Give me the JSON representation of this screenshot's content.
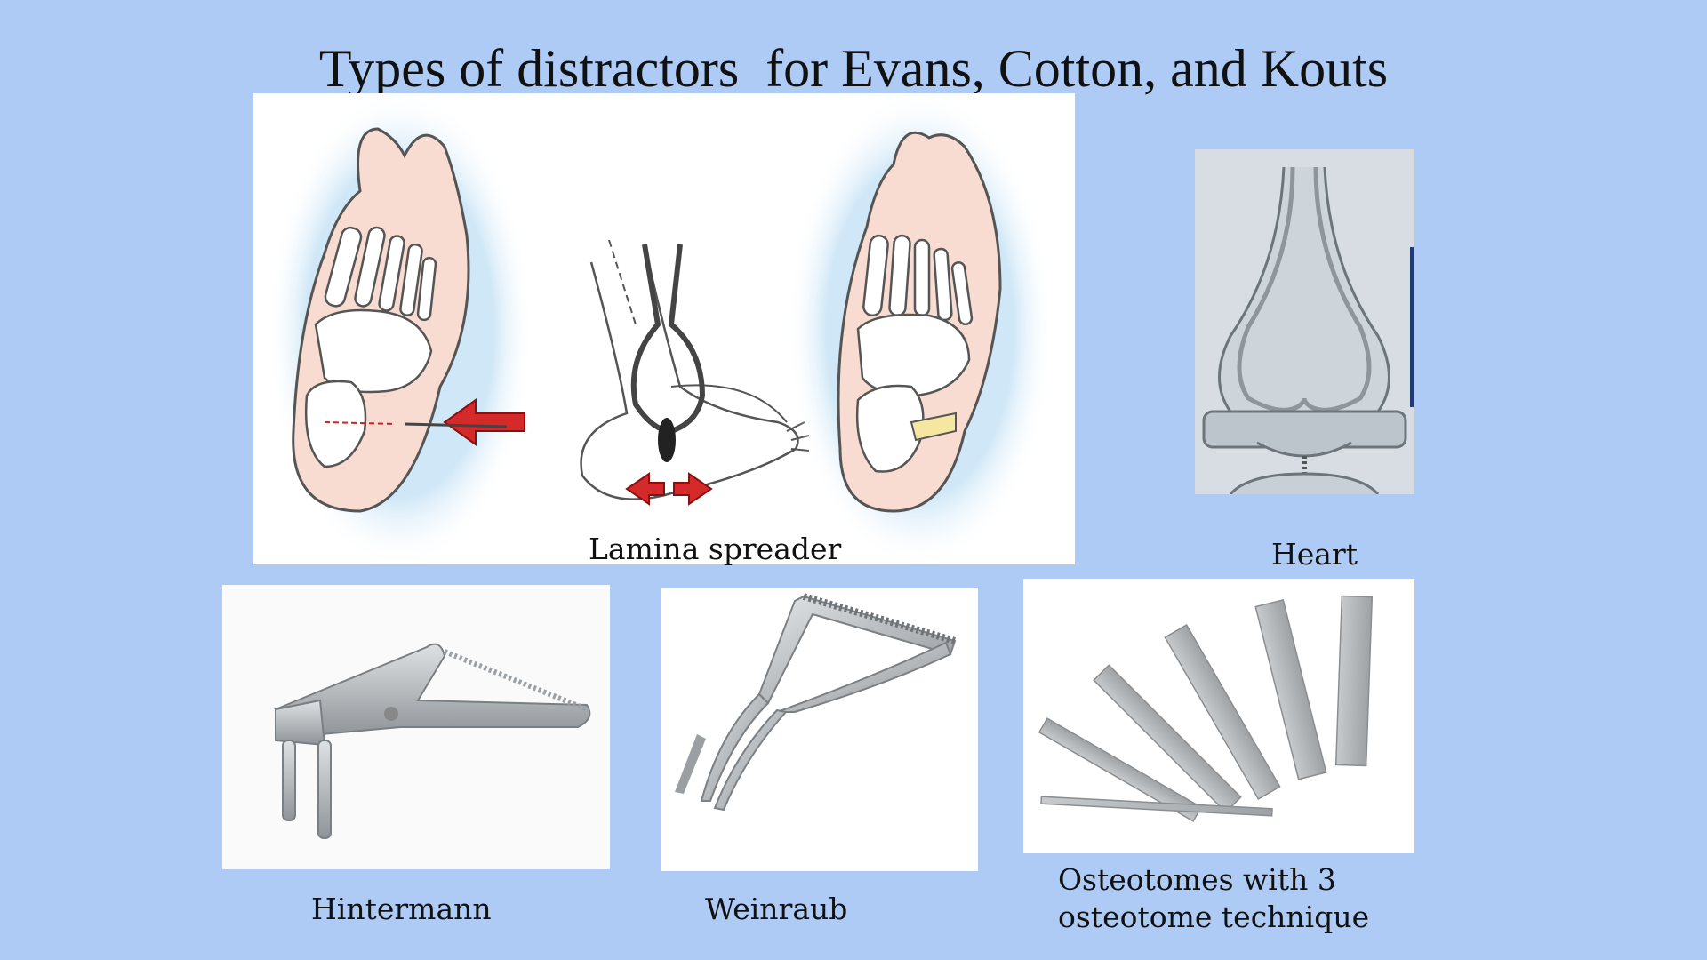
{
  "slide": {
    "title": "Types of distractors  for Evans, Cotton, and Kouts"
  },
  "captions": {
    "lamina_spreader": "Lamina spreader",
    "heart": "Heart",
    "hintermann": "Hintermann",
    "weinraub": "Weinraub",
    "osteotomes": "Osteotomes with 3 osteotome technique"
  },
  "colors": {
    "background": "#aecbf6",
    "skin": "#f8dcd2",
    "arrow": "#d42a2a",
    "metal": "#b9bcbe"
  }
}
